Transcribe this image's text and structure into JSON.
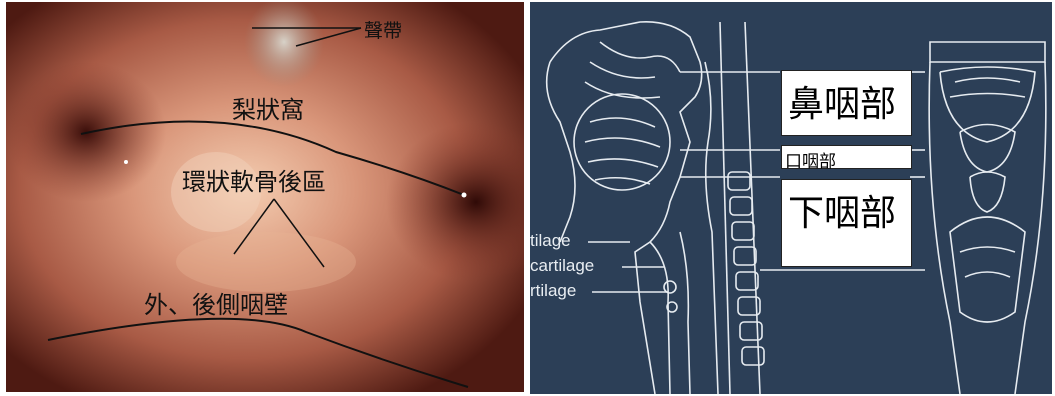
{
  "left_panel": {
    "labels": {
      "vocal_cords": "聲帶",
      "pyriform_sinus": "梨狀窩",
      "postcricoid_area": "環狀軟骨後區",
      "posterior_lateral_wall": "外、後側咽壁"
    }
  },
  "right_panel": {
    "boxes": {
      "nasopharynx": "鼻咽部",
      "oropharynx": "口咽部",
      "hypopharynx": "下咽部"
    },
    "side_labels": [
      "tilage",
      "cartilage",
      "rtilage"
    ]
  },
  "colors": {
    "tissue_base": "#b9705a",
    "tissue_highlight": "#f1c2a4",
    "tissue_shadow": "#5a1e14",
    "diagram_bg": "#2c3f57",
    "diagram_line": "#e6ebf0"
  }
}
